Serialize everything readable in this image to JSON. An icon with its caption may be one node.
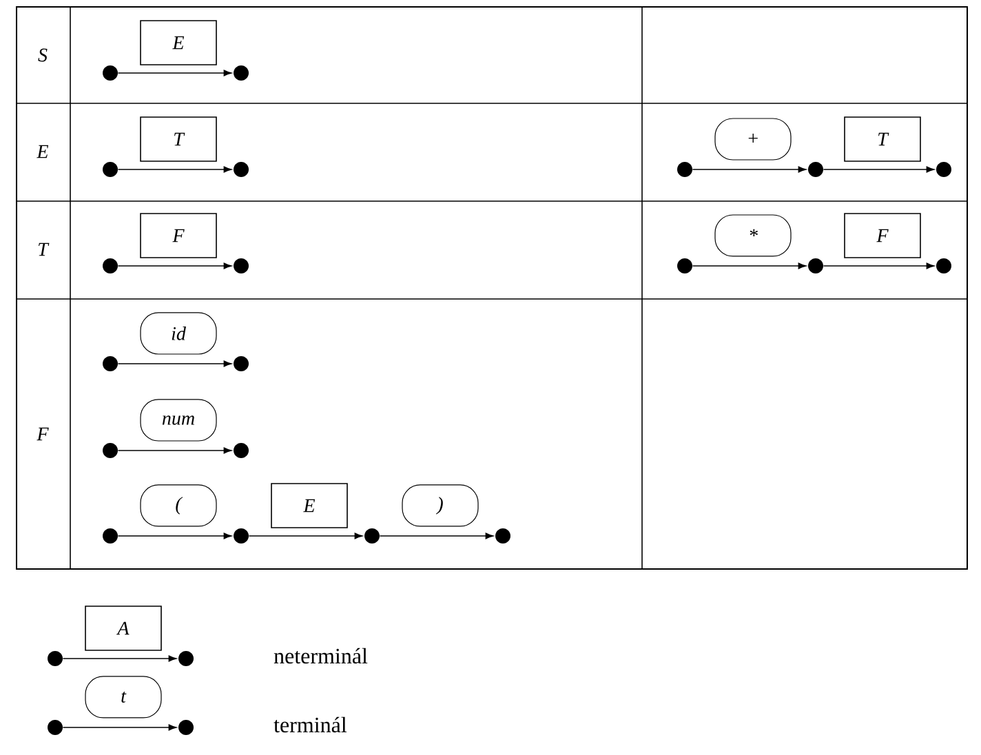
{
  "diagram": {
    "nodes": [
      {
        "text": [],
        "shape": "circle"
      },
      {
        "text": [],
        "shape": "circle"
      },
      {
        "text": [],
        "shape": "circle"
      },
      {
        "text": [],
        "shape": "circle"
      },
      {
        "text": [],
        "shape": "circle"
      },
      {
        "text": [],
        "shape": "circle"
      },
      {
        "text": [],
        "shape": "circle"
      },
      {
        "text": [],
        "shape": "circle"
      },
      {
        "text": [],
        "shape": "circle"
      },
      {
        "text": [],
        "shape": "circle"
      },
      {
        "text": [],
        "shape": "circle"
      },
      {
        "text": [],
        "shape": "circle"
      },
      {
        "text": [],
        "shape": "circle"
      },
      {
        "text": [],
        "shape": "circle"
      },
      {
        "text": [],
        "shape": "circle"
      },
      {
        "text": [],
        "shape": "circle"
      },
      {
        "text": [],
        "shape": "circle"
      },
      {
        "text": [],
        "shape": "circle"
      },
      {
        "text": [],
        "shape": "circle"
      },
      {
        "text": [],
        "shape": "circle"
      },
      {
        "text": [],
        "shape": "circle"
      },
      {
        "text": [],
        "shape": "circle"
      },
      {
        "text": [],
        "shape": "circle"
      },
      {
        "text": [],
        "shape": "circle"
      }
    ],
    "edges": [
      {
        "from": 0,
        "to": 1,
        "arrow": "to",
        "label": "E"
      },
      {
        "from": 2,
        "to": 3,
        "arrow": "to",
        "label": "T"
      },
      {
        "from": 4,
        "to": 5,
        "arrow": "to",
        "label": "+"
      },
      {
        "from": 5,
        "to": 6,
        "arrow": "to",
        "label": "T"
      },
      {
        "from": 7,
        "to": 8,
        "arrow": "to",
        "label": "F"
      },
      {
        "from": 9,
        "to": 10,
        "arrow": "to",
        "label": "*"
      },
      {
        "from": 10,
        "to": 11,
        "arrow": "to",
        "label": "F"
      },
      {
        "from": 12,
        "to": 13,
        "arrow": "to",
        "label": "id"
      },
      {
        "from": 14,
        "to": 15,
        "arrow": "to",
        "label": "num"
      },
      {
        "from": 16,
        "to": 17,
        "arrow": "to",
        "label": "("
      },
      {
        "from": 17,
        "to": 18,
        "arrow": "to",
        "label": "E"
      },
      {
        "from": 18,
        "to": 19,
        "arrow": "to",
        "label": ")"
      },
      {
        "from": 20,
        "to": 21,
        "arrow": "to",
        "label": "A"
      },
      {
        "from": 22,
        "to": 23,
        "arrow": "to",
        "label": "t"
      }
    ],
    "labels": [
      "S",
      "E",
      "T",
      "F"
    ],
    "legend": [
      {
        "text": "neterminál"
      },
      {
        "text": "terminál"
      }
    ]
  }
}
